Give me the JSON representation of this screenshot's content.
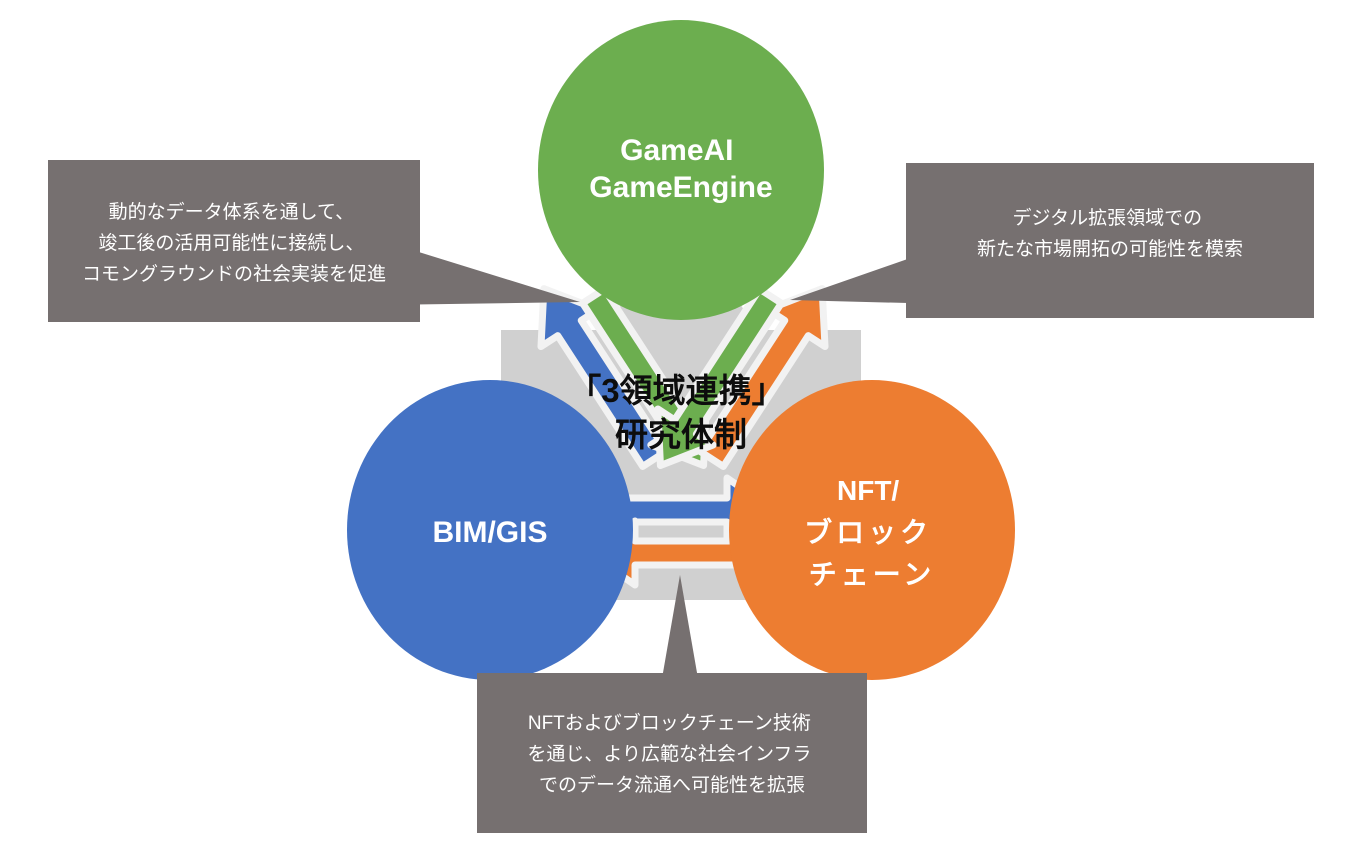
{
  "diagram": {
    "title_center": {
      "line1": "「3領域連携」",
      "line2": "研究体制"
    },
    "nodes": [
      {
        "id": "gameai",
        "lines": [
          "GameAI",
          "GameEngine"
        ],
        "color": "#6CAE4F",
        "text_color": "#FFFFFF"
      },
      {
        "id": "bimgis",
        "lines": [
          "BIM/GIS"
        ],
        "color": "#4472C4",
        "text_color": "#FFFFFF"
      },
      {
        "id": "nft",
        "lines": [
          "NFT/",
          "ブロック",
          "チェーン"
        ],
        "color": "#ED7D31",
        "text_color": "#FFFFFF"
      }
    ],
    "callouts": [
      {
        "id": "left",
        "lines": [
          "動的なデータ体系を通して、",
          "竣工後の活用可能性に接続し、",
          "コモングラウンドの社会実装を促進"
        ],
        "color": "#767070",
        "text_color": "#FFFFFF",
        "points_to": "gameai-bimgis-link"
      },
      {
        "id": "right",
        "lines": [
          "デジタル拡張領域での",
          "新たな市場開拓の可能性を模索"
        ],
        "color": "#767070",
        "text_color": "#FFFFFF",
        "points_to": "gameai-nft-link"
      },
      {
        "id": "bottom",
        "lines": [
          "NFTおよびブロックチェーン技術",
          "を通じ、より広範な社会インフラ",
          "でのデータ流通へ可能性を拡張"
        ],
        "color": "#767070",
        "text_color": "#FFFFFF",
        "points_to": "bimgis-nft-link"
      }
    ],
    "arrows": [
      {
        "id": "bimgis-to-gameai",
        "from": "bimgis",
        "to": "gameai",
        "color": "#4472C4"
      },
      {
        "id": "gameai-to-bimgis",
        "from": "gameai",
        "to": "bimgis",
        "color": "#6CAE4F"
      },
      {
        "id": "nft-to-gameai",
        "from": "nft",
        "to": "gameai",
        "color": "#ED7D31"
      },
      {
        "id": "gameai-to-nft",
        "from": "gameai",
        "to": "nft",
        "color": "#6CAE4F"
      },
      {
        "id": "bimgis-to-nft",
        "from": "bimgis",
        "to": "nft",
        "color": "#4472C4"
      },
      {
        "id": "nft-to-bimgis",
        "from": "nft",
        "to": "bimgis",
        "color": "#ED7D31"
      }
    ],
    "palette": {
      "background": "#FFFFFF",
      "hexagon": "#D0D0D0",
      "arrow_outline": "#F2F2F2",
      "callout": "#767070",
      "center_text": "#0D0D0D"
    }
  }
}
